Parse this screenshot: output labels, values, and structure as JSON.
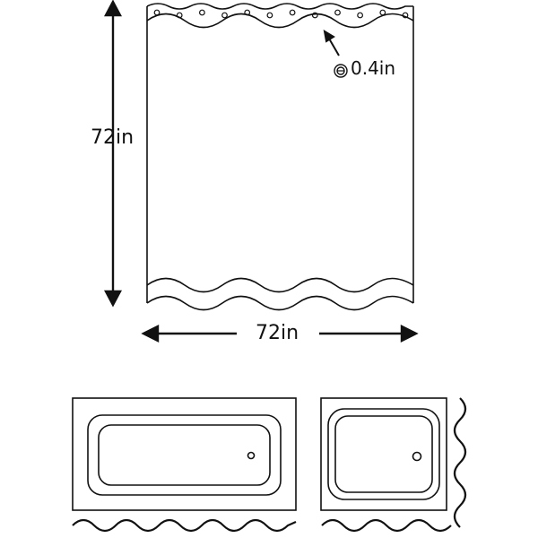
{
  "dimensions": {
    "height_label": "72in",
    "width_label": "72in",
    "grommet_label": "0.4in"
  },
  "icons": {
    "grommet": "grommet-ring-icon"
  },
  "colors": {
    "line": "#111111",
    "background": "#ffffff"
  }
}
